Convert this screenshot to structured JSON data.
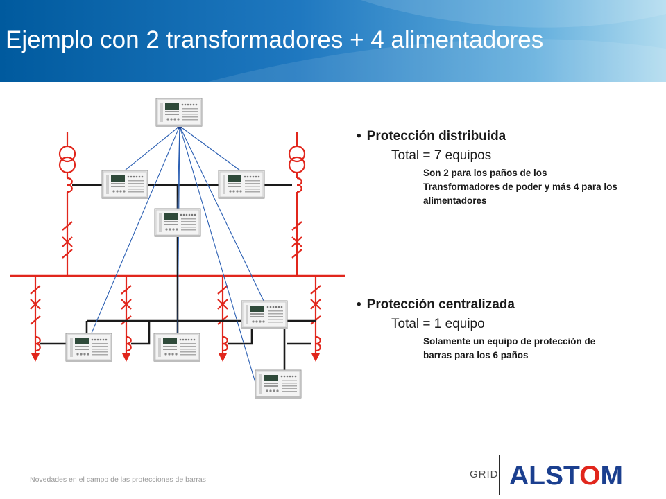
{
  "title": "Ejemplo con 2 transformadores + 4 alimentadores",
  "section1": {
    "heading": "Protección distribuida",
    "total": "Total = 7 equipos",
    "note": "Son 2 para los paños de los Transformadores de poder y más 4 para los alimentadores"
  },
  "section2": {
    "heading": "Protección centralizada",
    "total": "Total = 1 equipo",
    "note": "Solamente un equipo de protección de barras para los 6 paños"
  },
  "footer": "Novedades en el campo de las protecciones de barras",
  "logo": {
    "grid": "GRID",
    "brand_a": "ALST",
    "brand_o": "O",
    "brand_b": "M"
  },
  "colors": {
    "banner": "#005a9e",
    "primary_circuit": "#e1261c",
    "wiring": "#1a1a1a",
    "comm_link": "#2b5fb3",
    "logo_blue": "#1b3f8f",
    "logo_red": "#e1261c"
  },
  "icons": [
    "transformer-symbol",
    "circuit-breaker-symbol",
    "current-transformer-symbol",
    "protection-relay-unit",
    "feeder-arrow"
  ]
}
